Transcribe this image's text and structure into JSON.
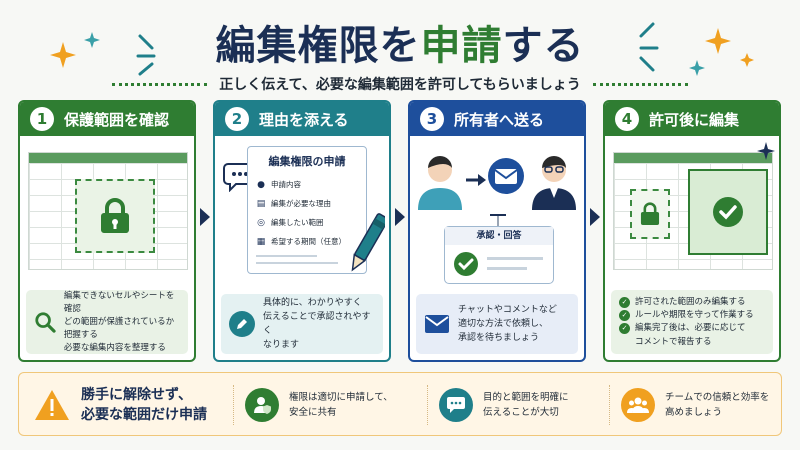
{
  "title": {
    "part1": "編集権限を",
    "part2": "申請",
    "part3": "する"
  },
  "subtitle": "正しく伝えて、必要な編集範囲を許可してもらいましょう",
  "colors": {
    "navy": "#1b2f55",
    "green": "#2f7d32",
    "teal": "#1f7f8a",
    "blue": "#1e4f9c",
    "amber": "#f0a020"
  },
  "steps": [
    {
      "num": "1",
      "title": "保護範囲を確認",
      "note": [
        "編集できないセルやシートを確認",
        "どの範囲が保護されているか",
        "把握する",
        "必要な編集内容を整理する"
      ],
      "icon": "magnifier-icon"
    },
    {
      "num": "2",
      "title": "理由を添える",
      "form_title": "編集権限の申請",
      "form_items": [
        "申請内容",
        "編集が必要な理由",
        "編集したい範囲",
        "希望する期間（任意）"
      ],
      "note": [
        "具体的に、わかりやすく",
        "伝えることで承認されやすく",
        "なります"
      ],
      "icon": "pencil-icon"
    },
    {
      "num": "3",
      "title": "所有者へ送る",
      "approval_label": "承認・回答",
      "note": [
        "チャットやコメントなど",
        "適切な方法で依頼し、",
        "承認を待ちましょう"
      ],
      "icon": "mail-icon"
    },
    {
      "num": "4",
      "title": "許可後に編集",
      "note": [
        "許可された範囲のみ編集する",
        "ルールや期限を守って作業する",
        "編集完了後は、必要に応じて",
        "コメントで報告する"
      ],
      "icon": "check-icon"
    }
  ],
  "bottom": {
    "main": [
      "勝手に解除せず、",
      "必要な範囲だけ申請"
    ],
    "items": [
      {
        "text": [
          "権限は適切に申請して、",
          "安全に共有"
        ],
        "icon": "shield-user-icon"
      },
      {
        "text": [
          "目的と範囲を明確に",
          "伝えることが大切"
        ],
        "icon": "chat-icon"
      },
      {
        "text": [
          "チームでの信頼と効率を",
          "高めましょう"
        ],
        "icon": "team-icon"
      }
    ]
  }
}
